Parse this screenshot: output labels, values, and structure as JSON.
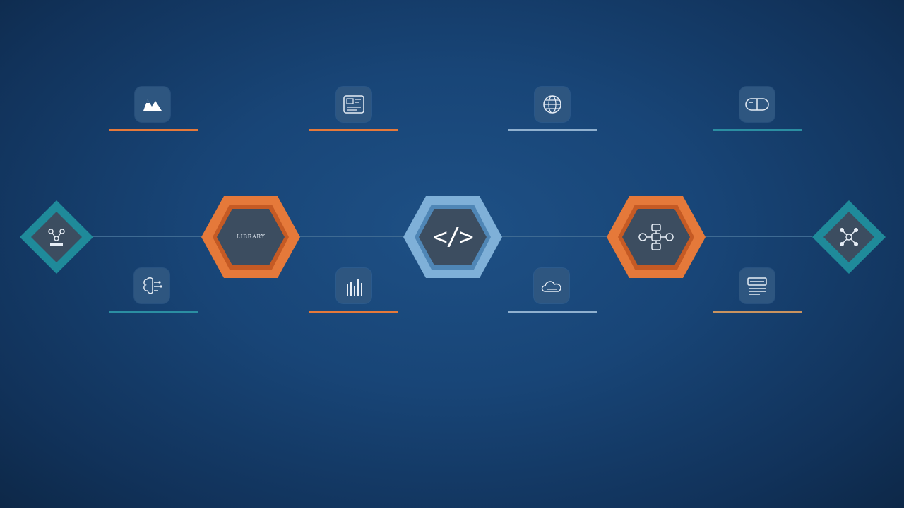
{
  "palette": {
    "background": "#184577",
    "orange": "#e5793a",
    "teal": "#1f8a9a",
    "light_blue": "#7fb0d8",
    "node_core": "#3c4d60",
    "axis": "#3e6a92"
  },
  "nodes": [
    {
      "id": "node-1",
      "shape": "diamond",
      "color": "teal",
      "glyph": "network-icon",
      "text": ""
    },
    {
      "id": "node-2",
      "shape": "hexagon",
      "color": "orange",
      "glyph": "text-block",
      "text": "LIBRARY"
    },
    {
      "id": "node-3",
      "shape": "hexagon",
      "color": "light_blue",
      "glyph": "code-icon",
      "text": "</>"
    },
    {
      "id": "node-4",
      "shape": "hexagon",
      "color": "orange",
      "glyph": "flowchart-icon",
      "text": ""
    },
    {
      "id": "node-5",
      "shape": "diamond",
      "color": "teal",
      "glyph": "molecule-icon",
      "text": ""
    }
  ],
  "cards_top": [
    {
      "icon": "mountain-icon",
      "accent": "orange",
      "title": "",
      "body": ""
    },
    {
      "icon": "dashboard-icon",
      "accent": "orange",
      "title": "",
      "body": ""
    },
    {
      "icon": "globe-icon",
      "accent": "light",
      "title": "",
      "body": ""
    },
    {
      "icon": "capsule-icon",
      "accent": "teal",
      "title": "",
      "body": ""
    }
  ],
  "cards_bottom": [
    {
      "icon": "brain-icon",
      "accent": "teal",
      "title": "",
      "body": ""
    },
    {
      "icon": "bar-chart-icon",
      "accent": "orange",
      "title": "",
      "body": ""
    },
    {
      "icon": "cloud-icon",
      "accent": "light",
      "title": "",
      "body": ""
    },
    {
      "icon": "server-icon",
      "accent": "tan",
      "title": "",
      "body": ""
    }
  ]
}
